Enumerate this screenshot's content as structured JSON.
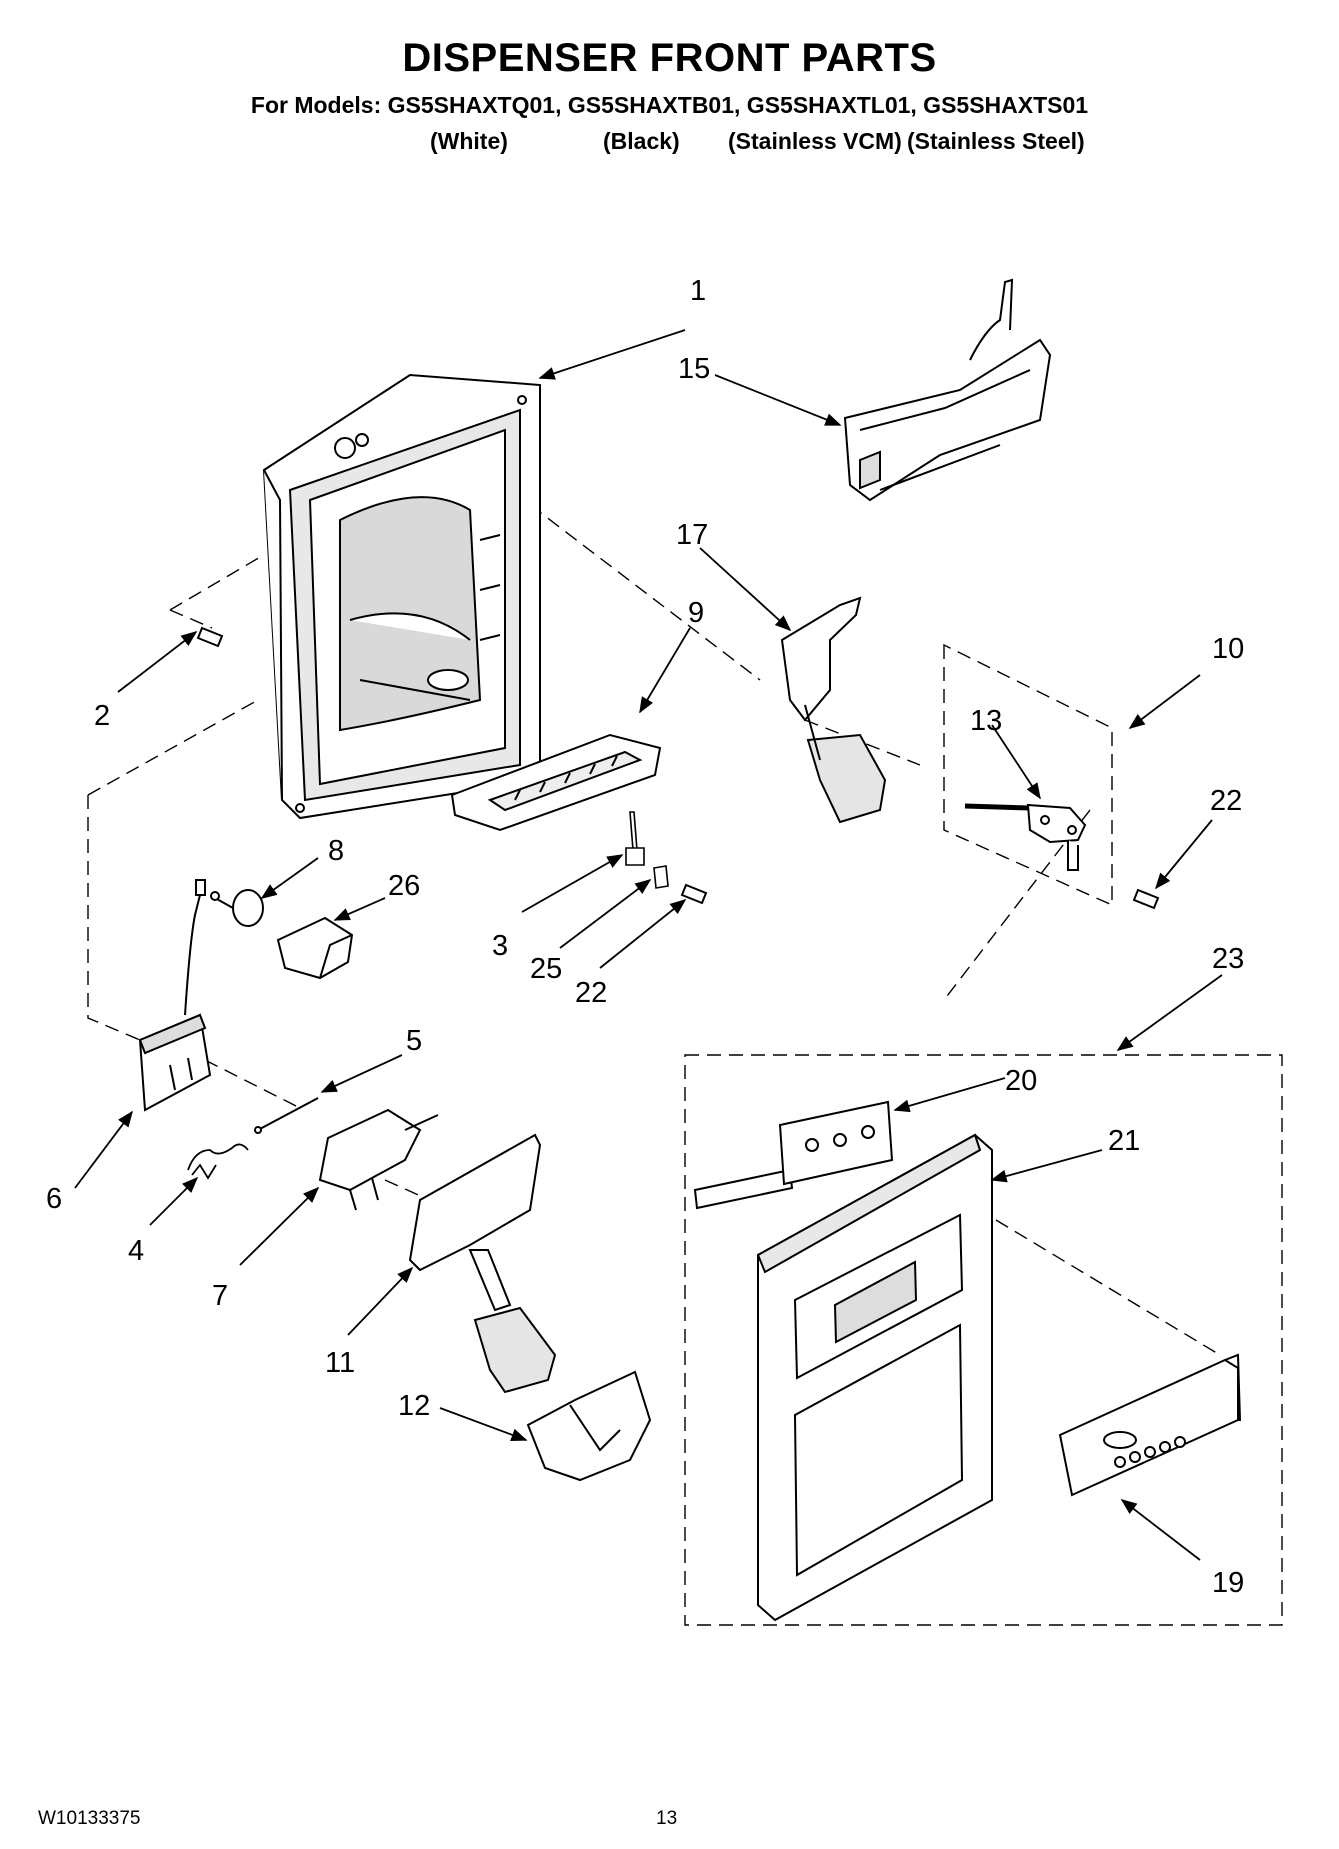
{
  "page": {
    "title": "DISPENSER FRONT PARTS",
    "models_line": "For Models: GS5SHAXTQ01, GS5SHAXTB01, GS5SHAXTL01, GS5SHAXTS01",
    "variants": [
      "(White)",
      "(Black)",
      "(Stainless VCM)",
      "(Stainless Steel)"
    ],
    "doc_number": "W10133375",
    "page_number": "13"
  },
  "callouts": [
    "1",
    "15",
    "17",
    "9",
    "10",
    "13",
    "22",
    "2",
    "8",
    "26",
    "3",
    "25",
    "22",
    "23",
    "5",
    "20",
    "21",
    "6",
    "4",
    "7",
    "11",
    "12",
    "19"
  ]
}
